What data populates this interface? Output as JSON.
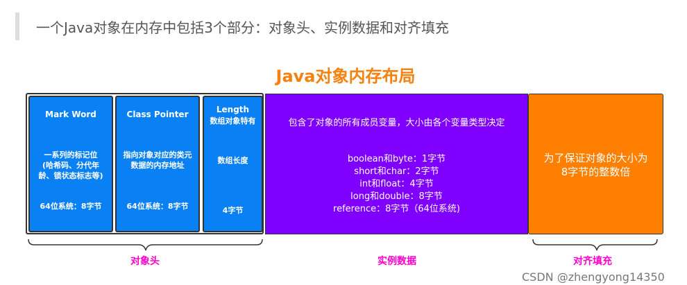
{
  "heading": "一个Java对象在内存中包括3个部分：对象头、实例数据和对齐填充",
  "title": "Java对象内存布局",
  "header_blocks": [
    {
      "name": "Mark Word",
      "desc": [
        "一系列的标记位",
        "(哈希码、分代年",
        "龄、锁状态标志等)"
      ],
      "size": "64位系统：8字节"
    },
    {
      "name": "Class Pointer",
      "desc": [
        "指向对象对应的类元",
        "数据的内存地址"
      ],
      "size": "64位系统：8字节"
    },
    {
      "name": "Length",
      "sub": "数组对象特有",
      "desc": [
        "数组长度"
      ],
      "size": "4字节"
    }
  ],
  "instance": {
    "desc": "包含了对象的所有成员变量，大小由各个变量类型决定",
    "types": [
      "boolean和byte：1字节",
      "short和char：2字节",
      "int和float：4字节",
      "long和double：8字节",
      "reference：8字节（64位系统)"
    ]
  },
  "padding": {
    "desc": [
      "为了保证对象的大小为",
      "8字节的整数倍"
    ]
  },
  "labels": {
    "header": "对象头",
    "instance": "实例数据",
    "padding": "对齐填充"
  },
  "watermark": "CSDN @zhengyong14350",
  "colors": {
    "blue": "#0a80f5",
    "purple": "#7f00ff",
    "orange": "#ff7f00",
    "label": "#ff00cc",
    "title": "#f5820f"
  }
}
